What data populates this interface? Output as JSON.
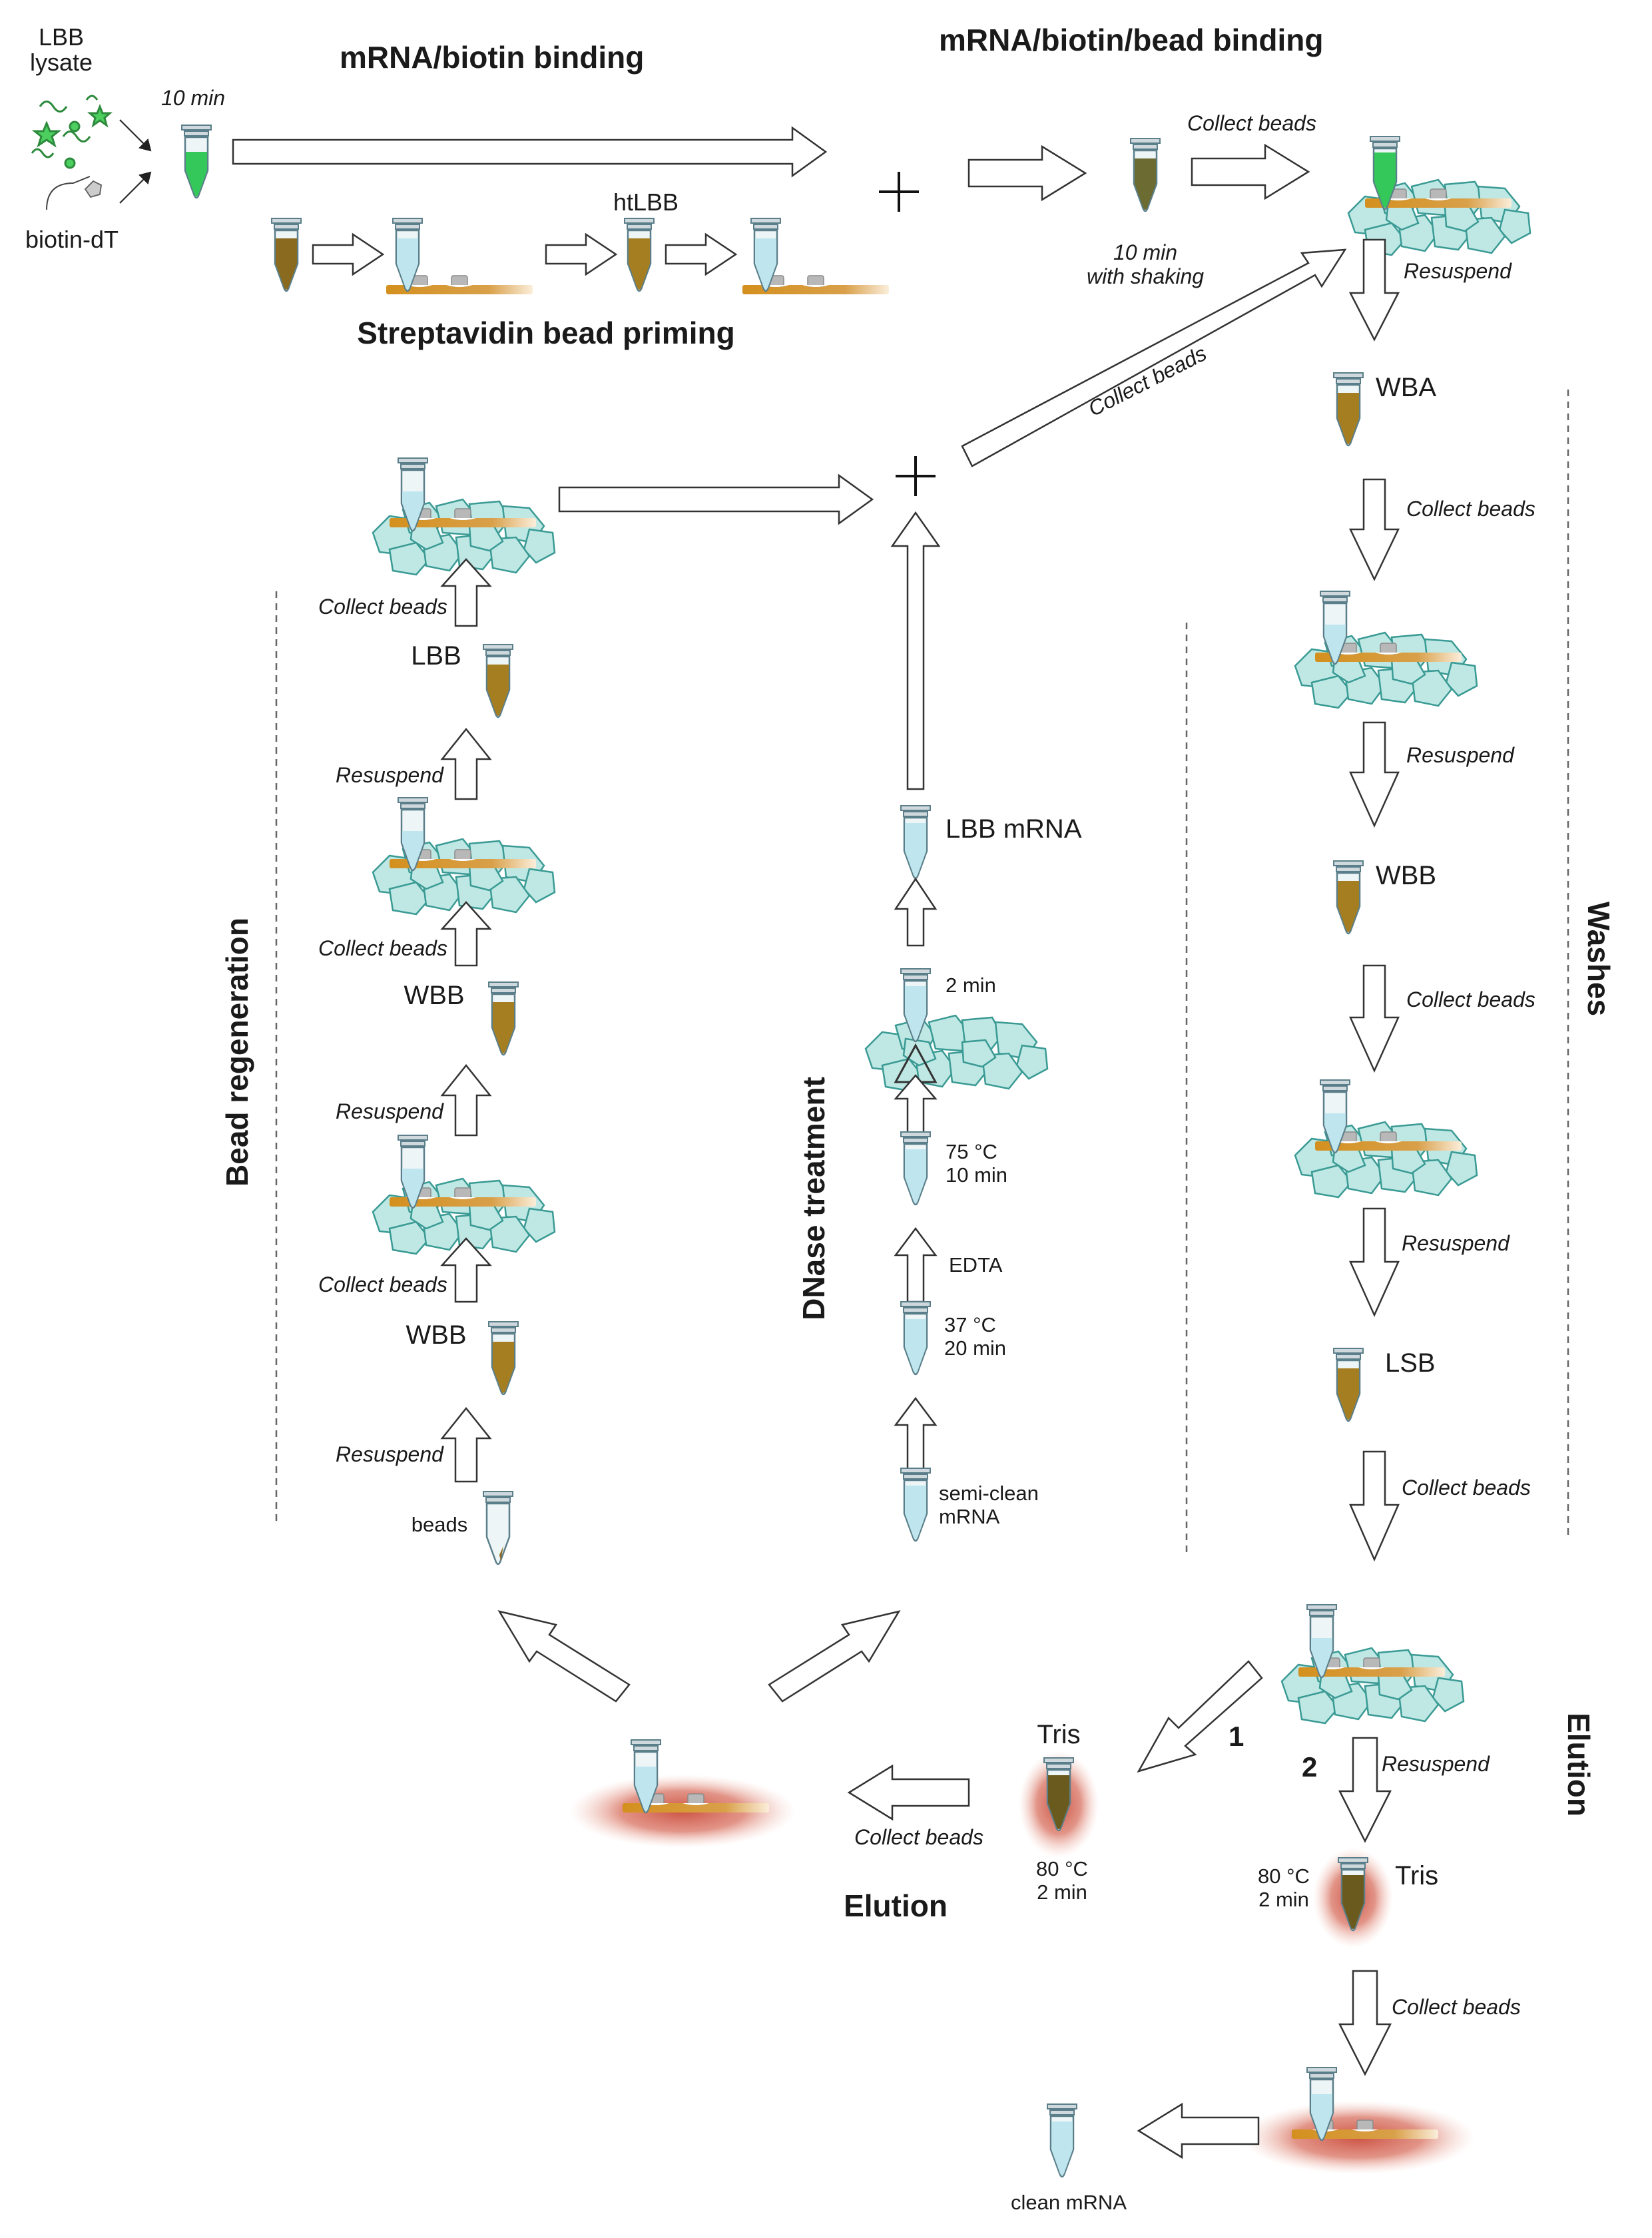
{
  "headings": {
    "mrna_biotin_binding": "mRNA/biotin binding",
    "mrna_biotin_bead_binding": "mRNA/biotin/bead binding",
    "bead_priming": "Streptavidin bead priming",
    "bead_regeneration": "Bead regeneration",
    "dnase_treatment": "DNase treatment",
    "washes": "Washes",
    "elution_right": "Elution",
    "elution_bottom": "Elution"
  },
  "inputs": {
    "lbb_lysate_line1": "LBB",
    "lbb_lysate_line2": "lysate",
    "biotin": "biotin-dT",
    "binding_time": "10 min",
    "htlbb": "htLBB",
    "bead_time_line1": "10 min",
    "bead_time_line2": "with shaking"
  },
  "steps": {
    "collect_beads": "Collect beads",
    "resuspend": "Resuspend"
  },
  "washes": [
    "WBA",
    "WBB",
    "LSB"
  ],
  "regeneration": {
    "lbb": "LBB",
    "wbb1": "WBB",
    "wbb2": "WBB",
    "beads": "beads"
  },
  "dnase": {
    "lbb_mrna": "LBB mRNA",
    "ice_time": "2 min",
    "heat_temp": "75 °C",
    "heat_time": "10 min",
    "edta": "EDTA",
    "incubate_temp": "37 °C",
    "incubate_time": "20 min",
    "start_line1": "semi-clean",
    "start_line2": "mRNA"
  },
  "elution": {
    "tris": "Tris",
    "temp": "80 °C",
    "time": "2 min",
    "path1": "1",
    "path2": "2",
    "clean_mrna": "clean mRNA"
  },
  "colors": {
    "tube_blue": "#bfe6ef",
    "tube_green": "#34c759",
    "tube_brown": "#8a6a1e",
    "tube_olive": "#6b6b32",
    "ice": "#bfe8e4",
    "ice_stroke": "#3a9a94",
    "magnet": "#d4901e",
    "heat": "#c94a3a"
  }
}
